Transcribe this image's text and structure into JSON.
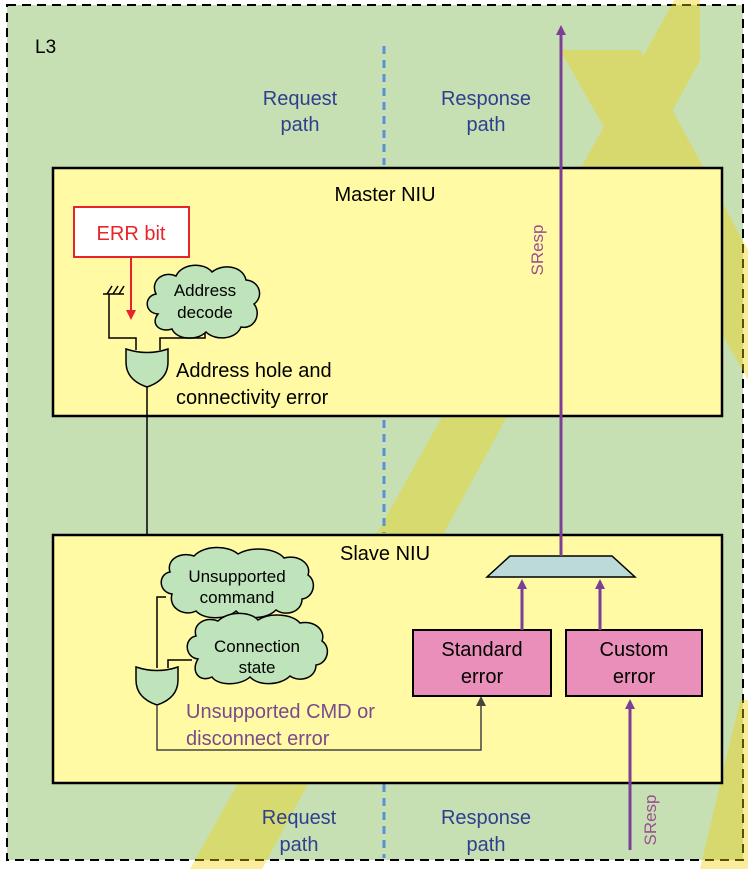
{
  "region_label": "L3",
  "top_labels": {
    "request_line1": "Request",
    "request_line2": "path",
    "response_line1": "Response",
    "response_line2": "path"
  },
  "bottom_labels": {
    "request_line1": "Request",
    "request_line2": "path",
    "response_line1": "Response",
    "response_line2": "path"
  },
  "master_niu": {
    "title": "Master NIU",
    "err_bit": "ERR bit",
    "decode_line1": "Address",
    "decode_line2": "decode",
    "error_line1": "Address hole and",
    "error_line2": "connectivity error"
  },
  "slave_niu": {
    "title": "Slave NIU",
    "unsupported_line1": "Unsupported",
    "unsupported_line2": "command",
    "connection_line1": "Connection",
    "connection_line2": "state",
    "error_line1": "Unsupported CMD or",
    "error_line2": "disconnect error",
    "standard_line1": "Standard",
    "standard_line2": "error",
    "custom_line1": "Custom",
    "custom_line2": "error"
  },
  "sresp_top": "SResp",
  "sresp_bottom": "SResp",
  "colors": {
    "background": "#c6e0b4",
    "niu_fill": "#fffaa3",
    "cloud_fill": "#bfe3bb",
    "error_box_fill": "#ea8fb9",
    "mux_fill": "#bcdbd8",
    "arrow_purple": "#7b3f96",
    "err_red": "#e8232a",
    "path_label_blue": "#2e3f8f",
    "dashed_blue": "#5b8fd6",
    "slave_error_text": "#7b4a8e",
    "sresp_text": "#9b4f8f"
  }
}
